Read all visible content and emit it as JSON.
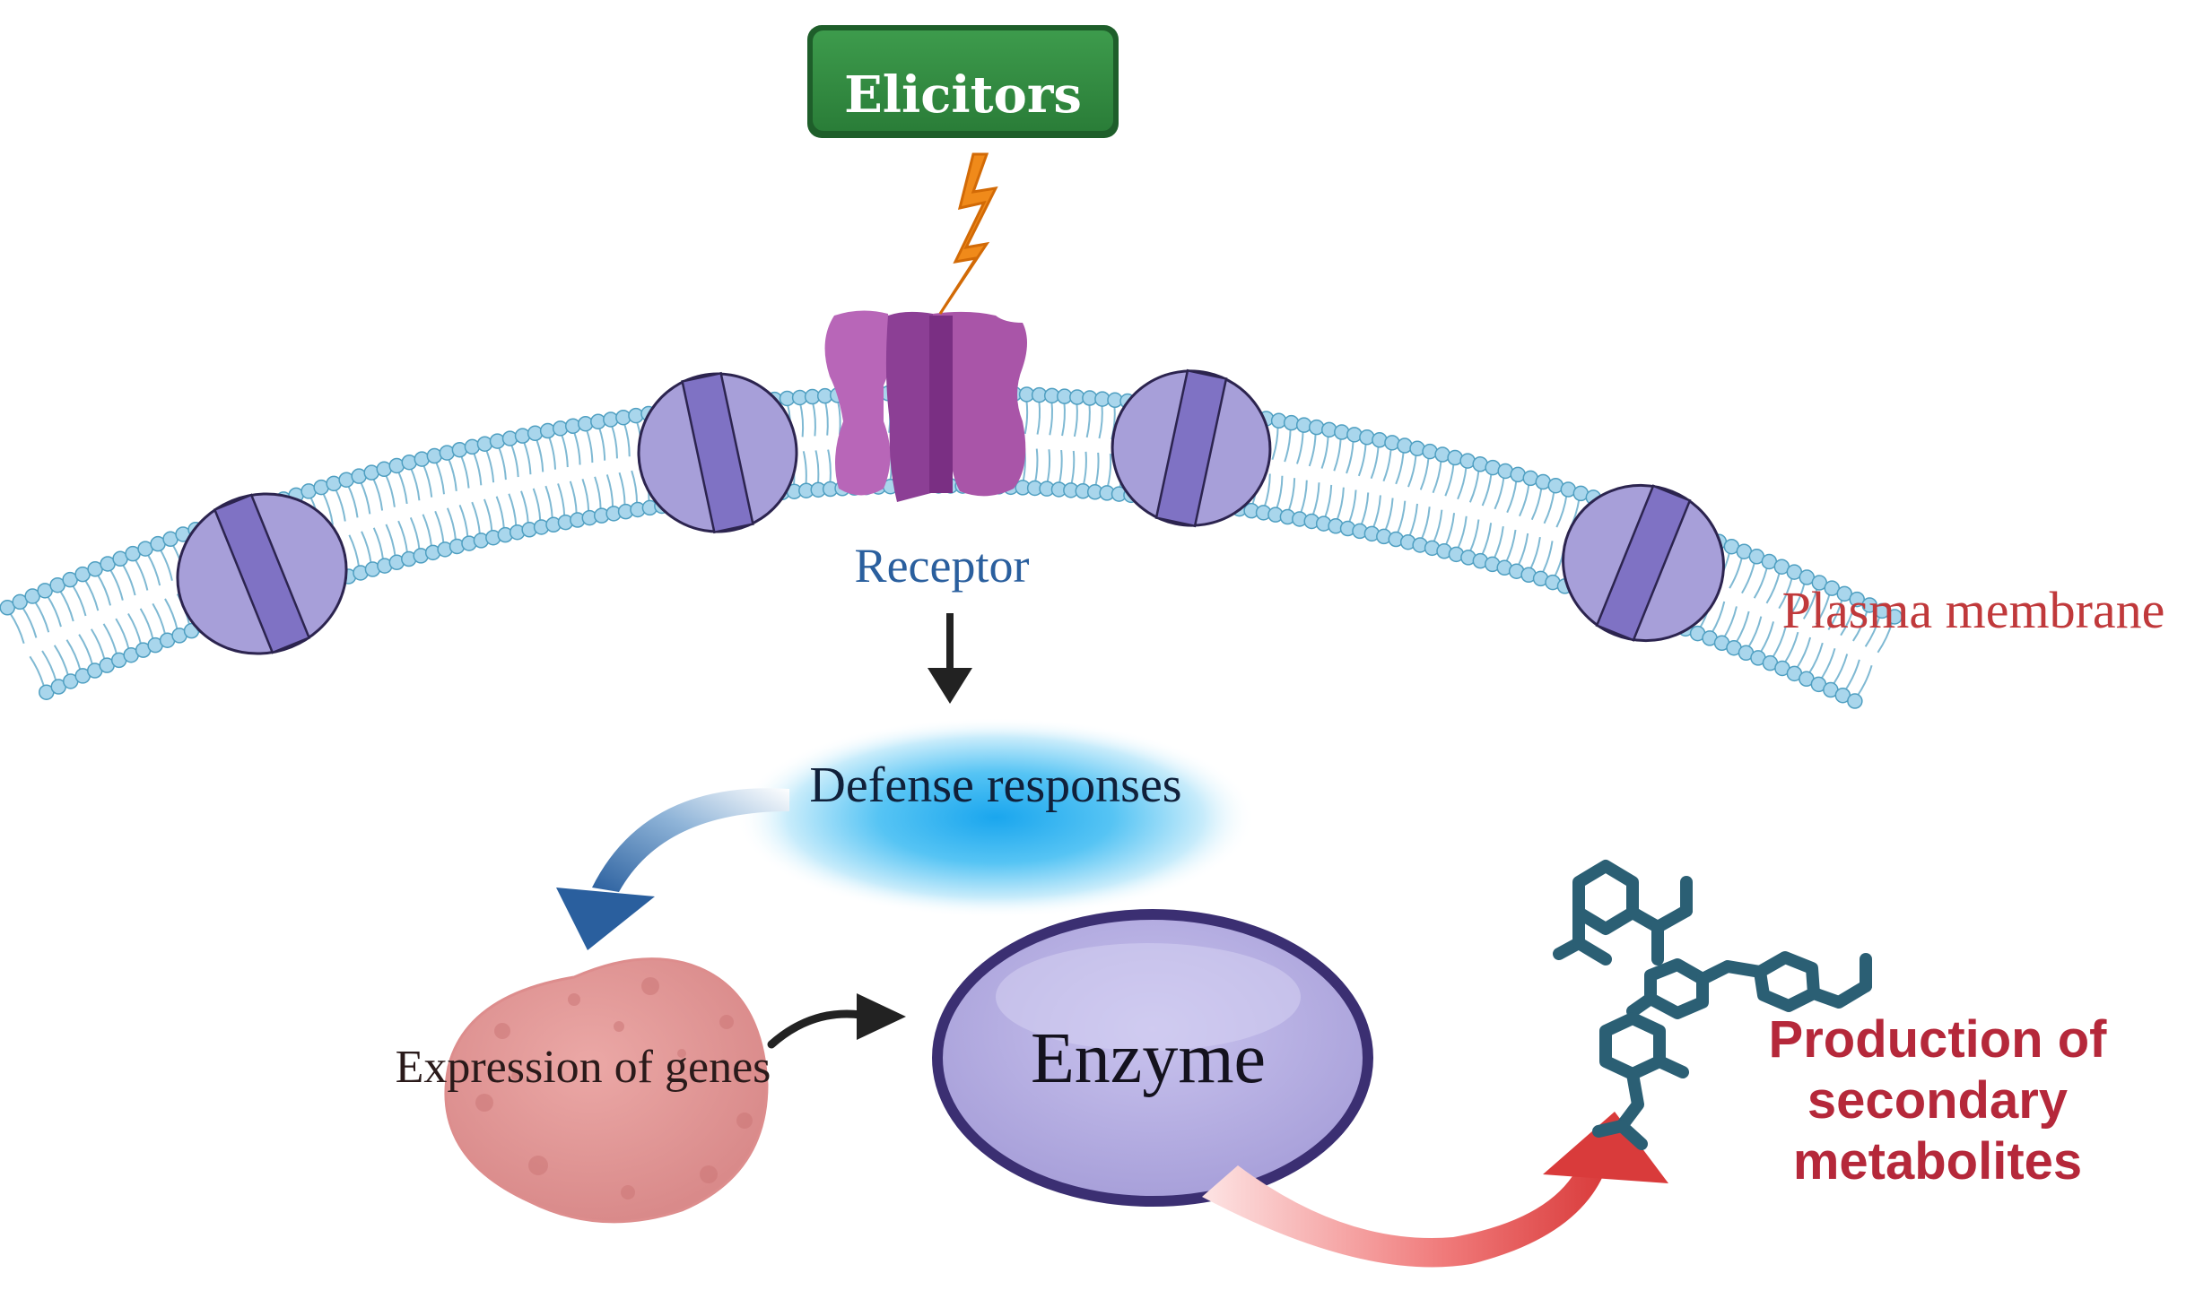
{
  "diagram": {
    "elicitors": "Elicitors",
    "receptor": "Receptor",
    "plasma_membrane": "Plasma membrane",
    "defense_responses": "Defense responses",
    "expression_of_genes": "Expression of genes",
    "enzyme": "Enzyme",
    "production": "Production of secondary metabolites"
  },
  "colors": {
    "elicitor_box": "#2e8b3e",
    "lightning": "#f08a1a",
    "lipid_head": "#a9d6ec",
    "membrane_protein": "#a79fd9",
    "receptor": "#a855a8",
    "defense_glow": "#2fb3f0",
    "gene_blob": "#e49a9a",
    "enzyme": "#a79fd9",
    "molecule": "#2b5f74",
    "arrow_red": "#d93b3b",
    "arrow_blue": "#2a5f9e"
  },
  "icons": [
    "lightning-icon",
    "membrane-protein-icon",
    "receptor-channel-icon",
    "molecule-icon"
  ]
}
